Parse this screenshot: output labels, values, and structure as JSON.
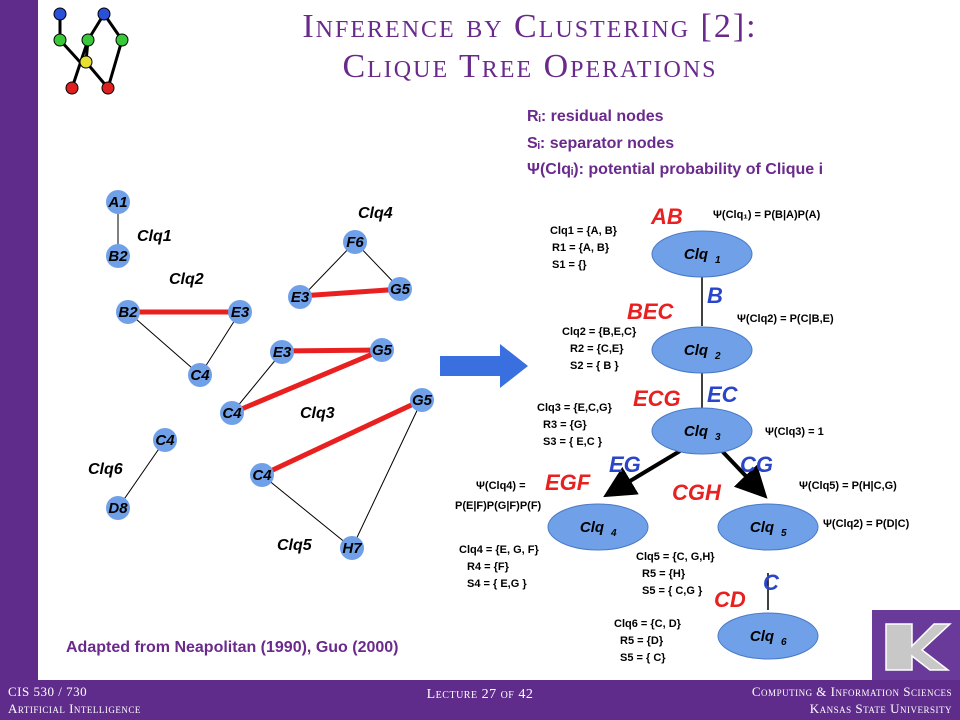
{
  "title": {
    "line1": "Inference by Clustering [2]:",
    "line2": "Clique Tree Operations"
  },
  "legend": {
    "residual": "Rᵢ: residual nodes",
    "separator": "Sᵢ: separator nodes",
    "potential": "Ψ(Clqᵢ): potential probability of Clique i"
  },
  "credit": "Adapted from Neapolitan (1990), Guo (2000)",
  "footer": {
    "course": "CIS 530 / 730",
    "subject": "Artificial Intelligence",
    "lecture": "Lecture 27 of 42",
    "dept": "Computing & Information Sciences",
    "university": "Kansas State University"
  },
  "left_graph": {
    "nodes": [
      "A1",
      "B2",
      "B2",
      "E3",
      "C4",
      "F6",
      "E3",
      "G5",
      "E3",
      "G5",
      "C4",
      "G5",
      "C4",
      "H7",
      "C4",
      "D8"
    ],
    "clique_labels": [
      "Clq1",
      "Clq2",
      "Clq4",
      "Clq3",
      "Clq6",
      "Clq5"
    ]
  },
  "tree": {
    "cliques": [
      "Clq",
      "Clq",
      "Clq",
      "Clq",
      "Clq",
      "Clq"
    ],
    "subscripts": [
      "1",
      "2",
      "3",
      "4",
      "5",
      "6"
    ],
    "clique_vars": [
      "AB",
      "BEC",
      "ECG",
      "EGF",
      "CGH",
      "CD"
    ],
    "edge_labels": [
      "B",
      "EC",
      "EG",
      "CG",
      "C"
    ],
    "defs": [
      [
        "Clq1 = {A, B}",
        "R1 = {A, B}",
        "S1 = {}"
      ],
      [
        "Clq2 = {B,E,C}",
        "R2 = {C,E}",
        "S2 = { B }"
      ],
      [
        "Clq3 = {E,C,G}",
        "R3 = {G}",
        "S3 = { E,C }"
      ],
      [
        "Clq4 = {E, G, F}",
        "R4 = {F}",
        "S4 = { E,G }"
      ],
      [
        "Clq5 = {C, G,H}",
        "R5 = {H}",
        "S5 = { C,G }"
      ],
      [
        "Clq6 = {C, D}",
        "R5 = {D}",
        "S5 = { C}"
      ]
    ],
    "potentials": [
      "Ψ(Clq₁) = P(B|A)P(A)",
      "Ψ(Clq2) = P(C|B,E)",
      "Ψ(Clq3) = 1",
      "Ψ(Clq4) =",
      "P(E|F)P(G|F)P(F)",
      "Ψ(Clq5) = P(H|C,G)",
      "Ψ(Clq2) = P(D|C)"
    ]
  },
  "colors": {
    "purple": "#5f2c8c",
    "title": "#6a2a8c",
    "red": "#e02020",
    "node_blue": "#6fa0e8",
    "arrow_blue": "#3a6fe0"
  }
}
